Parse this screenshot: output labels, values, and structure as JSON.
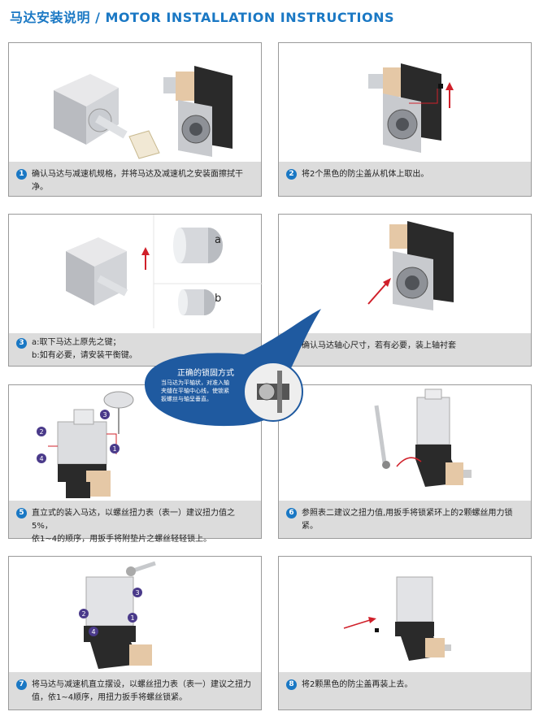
{
  "title": "马达安装说明 / MOTOR INSTALLATION INSTRUCTIONS",
  "steps": [
    {
      "num": "1",
      "text": "确认马达与减速机规格，并将马达及减速机之安装面擦拭干净。"
    },
    {
      "num": "2",
      "text": "将2个黑色的防尘盖从机体上取出。"
    },
    {
      "num": "3",
      "text": "a:取下马达上原先之键；\nb:如有必要，请安装平衡键。"
    },
    {
      "num": "4",
      "text": "确认马达轴心尺寸，若有必要，装上轴衬套"
    },
    {
      "num": "5",
      "text": "直立式的装入马达，以螺丝扭力表（表一）建议扭力值之5%，\n依1~4的顺序，用扳手将附垫片之螺丝轻轻锁上。"
    },
    {
      "num": "6",
      "text": "参照表二建议之扭力值,用扳手将锁紧环上的2颗螺丝用力锁紧。"
    },
    {
      "num": "7",
      "text": "将马达与减速机直立摆设，以螺丝扭力表（表一）建议之扭力\n值，依1~4顺序，用扭力扳手将螺丝锁紧。"
    },
    {
      "num": "8",
      "text": "将2颗黑色的防尘盖再装上去。"
    }
  ],
  "labels": {
    "a": "a",
    "b": "b"
  },
  "bolt_nums": [
    "1",
    "2",
    "3",
    "4"
  ],
  "callout": {
    "title": "正确的锁固方式",
    "text": "当马达为平轴状，对准入轴\n夹缝在平轴中心线，使锁紧\n扳螺丝与轴呈垂直。"
  },
  "colors": {
    "accent": "#1a78c4",
    "caption_bg": "#dcdcdc",
    "arrow": "#d0202a"
  }
}
